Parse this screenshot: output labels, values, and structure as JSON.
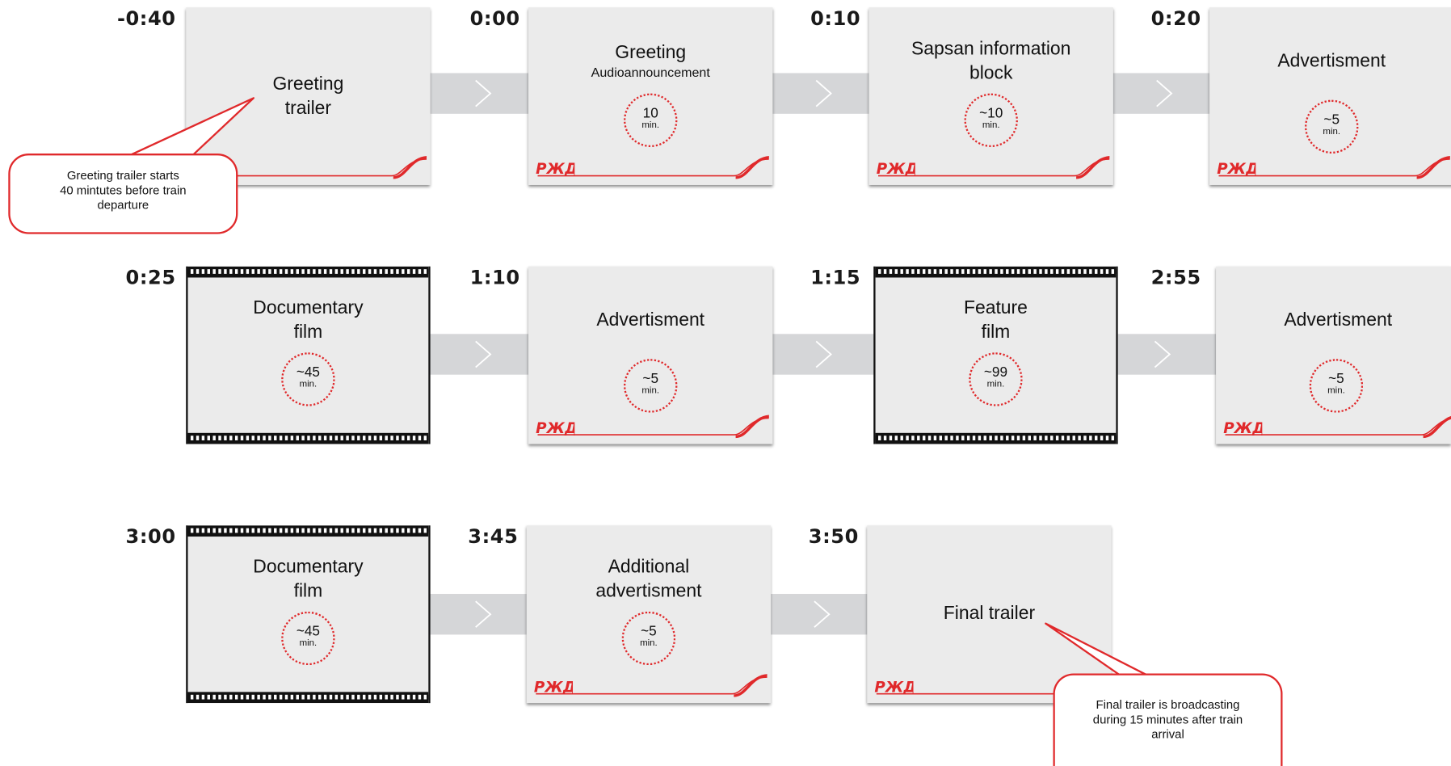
{
  "steps": [
    {
      "time": "-0:40",
      "title": "Greeting trailer",
      "title_lines": [
        "Greeting",
        "trailer"
      ],
      "subtitle": "",
      "duration": "",
      "unit": "",
      "kind": "plain"
    },
    {
      "time": "0:00",
      "title_lines": [
        "Greeting"
      ],
      "subtitle": "Audioannouncement",
      "duration": "10",
      "unit": "min.",
      "kind": "brand"
    },
    {
      "time": "0:10",
      "title_lines": [
        "Sapsan information",
        "block"
      ],
      "subtitle": "",
      "duration": "~10",
      "unit": "min.",
      "kind": "brand"
    },
    {
      "time": "0:20",
      "title_lines": [
        "Advertisment"
      ],
      "subtitle": "",
      "duration": "~5",
      "unit": "min.",
      "kind": "brand"
    },
    {
      "time": "0:25",
      "title_lines": [
        "Documentary",
        "film"
      ],
      "subtitle": "",
      "duration": "~45",
      "unit": "min.",
      "kind": "film"
    },
    {
      "time": "1:10",
      "title_lines": [
        "Advertisment"
      ],
      "subtitle": "",
      "duration": "~5",
      "unit": "min.",
      "kind": "brand"
    },
    {
      "time": "1:15",
      "title_lines": [
        "Feature",
        "film"
      ],
      "subtitle": "",
      "duration": "~99",
      "unit": "min.",
      "kind": "film"
    },
    {
      "time": "2:55",
      "title_lines": [
        "Advertisment"
      ],
      "subtitle": "",
      "duration": "~5",
      "unit": "min.",
      "kind": "brand"
    },
    {
      "time": "3:00",
      "title_lines": [
        "Documentary",
        "film"
      ],
      "subtitle": "",
      "duration": "~45",
      "unit": "min.",
      "kind": "film"
    },
    {
      "time": "3:45",
      "title_lines": [
        "Additional",
        "advertisment"
      ],
      "subtitle": "",
      "duration": "~5",
      "unit": "min.",
      "kind": "brand"
    },
    {
      "time": "3:50",
      "title_lines": [
        "Final trailer"
      ],
      "subtitle": "",
      "duration": "",
      "unit": "",
      "kind": "brand"
    }
  ],
  "callouts": {
    "start": [
      "Greeting trailer starts",
      "40 mintutes before train",
      "departure"
    ],
    "end": [
      "Final trailer is broadcasting",
      "during 15 minutes after train",
      "arrival"
    ]
  },
  "colors": {
    "accent": "#e0292b",
    "card": "#ebebeb",
    "connector": "#d5d6d8"
  }
}
